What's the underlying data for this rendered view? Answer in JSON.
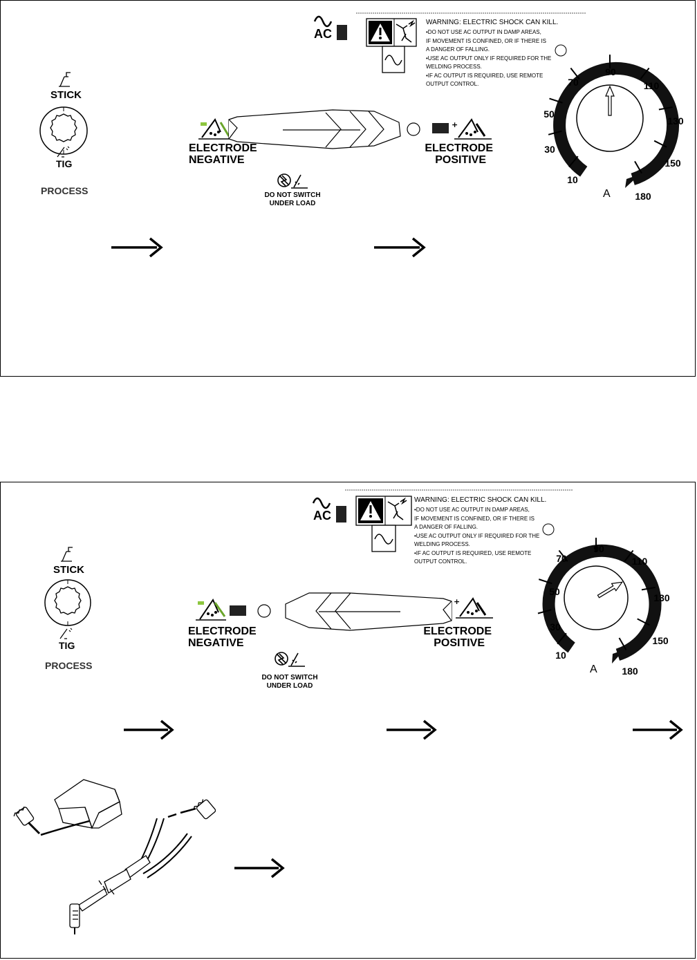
{
  "panels": [
    {
      "process": {
        "stick": "STICK",
        "tig": "TIG",
        "label": "PROCESS"
      },
      "polarity": {
        "negative_line1": "ELECTRODE",
        "negative_line2": "NEGATIVE",
        "positive_line1": "ELECTRODE",
        "positive_line2": "POSITIVE",
        "selected": "positive"
      },
      "caution": {
        "line1": "DO NOT SWITCH",
        "line2": "UNDER LOAD"
      },
      "ac_label": "AC",
      "warning": {
        "title": "WARNING:  ELECTRIC SHOCK CAN KILL.",
        "lines": [
          "•DO NOT USE AC OUTPUT IN DAMP AREAS,",
          "  IF MOVEMENT IS CONFINED, OR IF THERE  IS",
          "  A DANGER OF FALLING.",
          "•USE AC OUTPUT ONLY IF REQUIRED FOR THE",
          "  WELDING PROCESS.",
          "•IF AC OUTPUT IS REQUIRED, USE REMOTE",
          "  OUTPUT CONTROL."
        ]
      },
      "dial": {
        "unit": "A",
        "ticks": [
          "10",
          "30",
          "50",
          "70",
          "90",
          "110",
          "130",
          "150",
          "180"
        ],
        "setting": "90"
      }
    },
    {
      "process": {
        "stick": "STICK",
        "tig": "TIG",
        "label": "PROCESS"
      },
      "polarity": {
        "negative_line1": "ELECTRODE",
        "negative_line2": "NEGATIVE",
        "positive_line1": "ELECTRODE",
        "positive_line2": "POSITIVE",
        "selected": "negative"
      },
      "caution": {
        "line1": "DO NOT SWITCH",
        "line2": "UNDER LOAD"
      },
      "ac_label": "AC",
      "warning": {
        "title": "WARNING:  ELECTRIC SHOCK CAN KILL.",
        "lines": [
          "•DO NOT USE AC OUTPUT IN DAMP AREAS,",
          "  IF MOVEMENT IS CONFINED, OR IF THERE  IS",
          "  A DANGER OF FALLING.",
          "•USE AC OUTPUT ONLY IF REQUIRED FOR THE",
          "  WELDING PROCESS.",
          "•IF AC OUTPUT IS REQUIRED, USE REMOTE",
          "  OUTPUT CONTROL."
        ]
      },
      "dial": {
        "unit": "A",
        "ticks": [
          "10",
          "30",
          "50",
          "70",
          "90",
          "110",
          "130",
          "150",
          "180"
        ],
        "setting": "120"
      }
    }
  ],
  "colors": {
    "minus_marker": "#8dc63f",
    "ink": "#000000",
    "process_text": "#333333"
  }
}
